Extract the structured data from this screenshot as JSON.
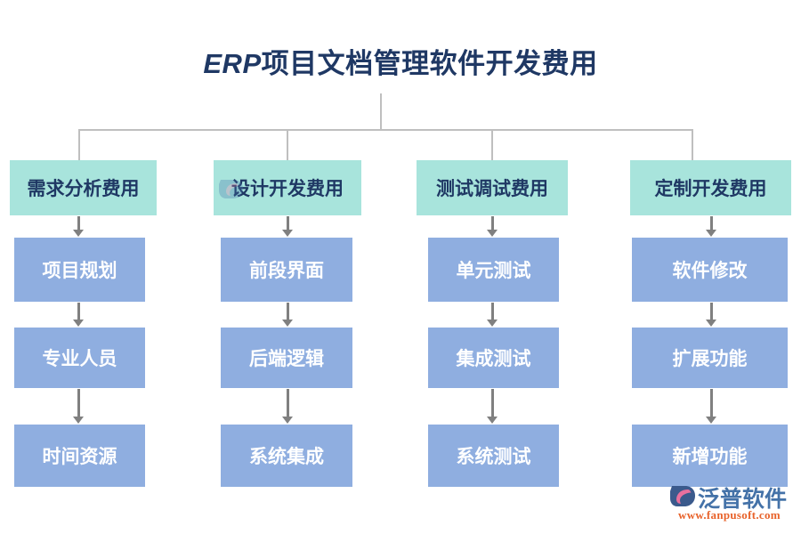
{
  "title": {
    "latin": "ERP",
    "rest": "项目文档管理软件开发费用",
    "full": "ERP项目文档管理软件开发费用",
    "color": "#1F3864"
  },
  "colors": {
    "header_box": "#A8E4DC",
    "header_text": "#1F3864",
    "item_box": "#8FAEE0",
    "item_text": "#FFFFFF",
    "connector": "#BFBFBF",
    "arrow": "#808080",
    "background": "#FFFFFF",
    "logo_word": "#4472A8",
    "logo_url": "#E8622A"
  },
  "diagram": {
    "type": "org-tree",
    "columns": [
      {
        "header": "需求分析费用",
        "items": [
          "项目规划",
          "专业人员",
          "时间资源"
        ]
      },
      {
        "header": "设计开发费用",
        "items": [
          "前段界面",
          "后端逻辑",
          "系统集成"
        ]
      },
      {
        "header": "测试调试费用",
        "items": [
          "单元测试",
          "集成测试",
          "系统测试"
        ]
      },
      {
        "header": "定制开发费用",
        "items": [
          "软件修改",
          "扩展功能",
          "新增功能"
        ]
      }
    ]
  },
  "logo": {
    "name": "泛普软件",
    "url": "www.fanpusoft.com",
    "mark": "fanpu-swirl-icon"
  }
}
